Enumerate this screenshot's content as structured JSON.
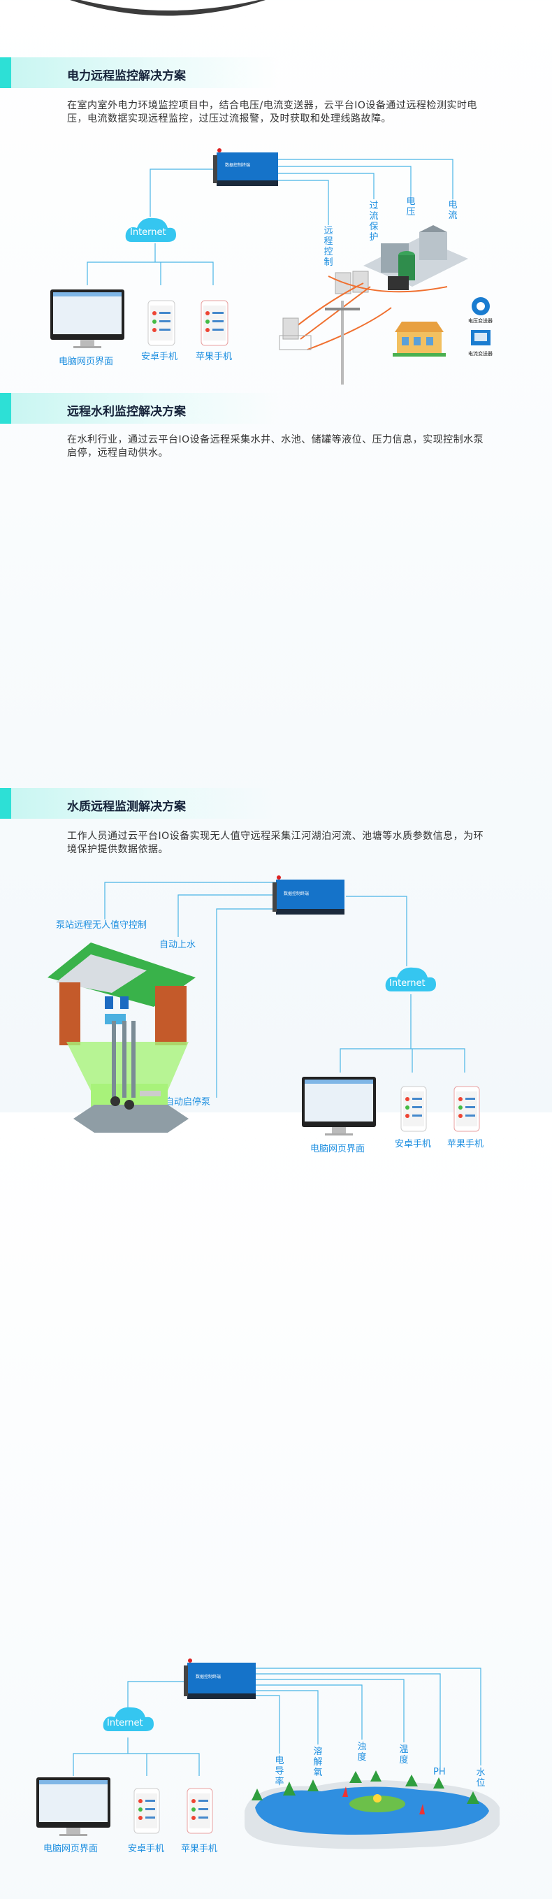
{
  "sections": [
    {
      "title": "电力远程监控解决方案",
      "desc": "在室内室外电力环境监控项目中，结合电压/电流变送器，云平台IO设备通过远程检测实时电压，电流数据实现远程监控，过压过流报警，及时获取和处理线路故障。",
      "internet": "Internet",
      "devices": [
        "电脑网页界面",
        "安卓手机",
        "苹果手机"
      ],
      "labels": [
        "远程控制",
        "过流保护",
        "电压",
        "电流"
      ],
      "sensors": [
        "电压变送器",
        "电流变送器"
      ]
    },
    {
      "title": "远程水利监控解决方案",
      "desc": "在水利行业，通过云平台IO设备远程采集水井、水池、储罐等液位、压力信息，实现控制水泵启停，远程自动供水。",
      "internet": "Internet",
      "devices": [
        "电脑网页界面",
        "安卓手机",
        "苹果手机"
      ],
      "labels": [
        "泵站远程无人值守控制",
        "自动上水",
        "自动启停泵"
      ]
    },
    {
      "title": "水质远程监测解决方案",
      "desc": "工作人员通过云平台IO设备实现无人值守远程采集江河湖泊河流、池塘等水质参数信息，为环境保护提供数据依据。",
      "internet": "Internet",
      "devices": [
        "电脑网页界面",
        "安卓手机",
        "苹果手机"
      ],
      "labels": [
        "电导率",
        "溶解氧",
        "浊度",
        "温度",
        "PH",
        "水位"
      ]
    }
  ],
  "colors": {
    "accent": "#2de0d6",
    "line": "#4ab5e6",
    "label": "#1e8fe0",
    "cloud": "#35c6f0"
  }
}
